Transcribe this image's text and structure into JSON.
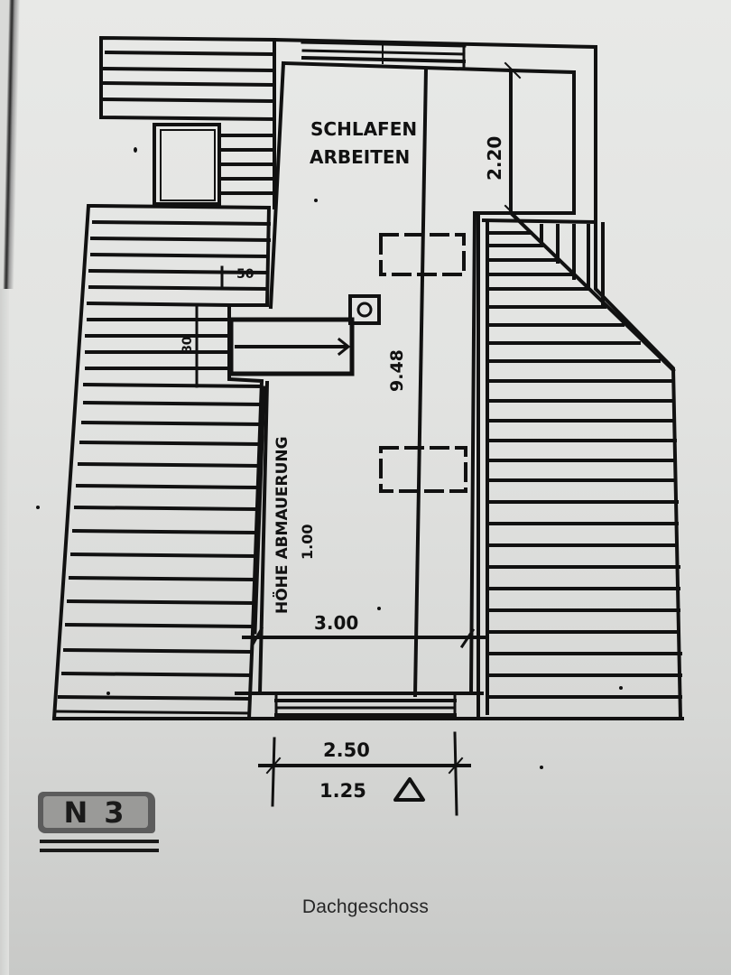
{
  "document": {
    "caption": "Dachgeschoss",
    "stamp_label": "N3",
    "paper_color": "#e4e5e3",
    "ink_color": "#111111"
  },
  "floor_plan": {
    "room_label_line1": "SCHLAFEN",
    "room_label_line2": "ARBEITEN",
    "dimension_room_length": "9.48",
    "dimension_room_width": "3.00",
    "dimension_dormer_depth": "2.20",
    "dimension_small_width": "50",
    "dimension_small_depth": "80",
    "wall_note_line1": "HÖHE ABMAUERUNG",
    "wall_note_line2": "1.00",
    "scale_bar_top": "2.50",
    "scale_bar_bottom": "1.25",
    "north_marker": "triangle"
  }
}
